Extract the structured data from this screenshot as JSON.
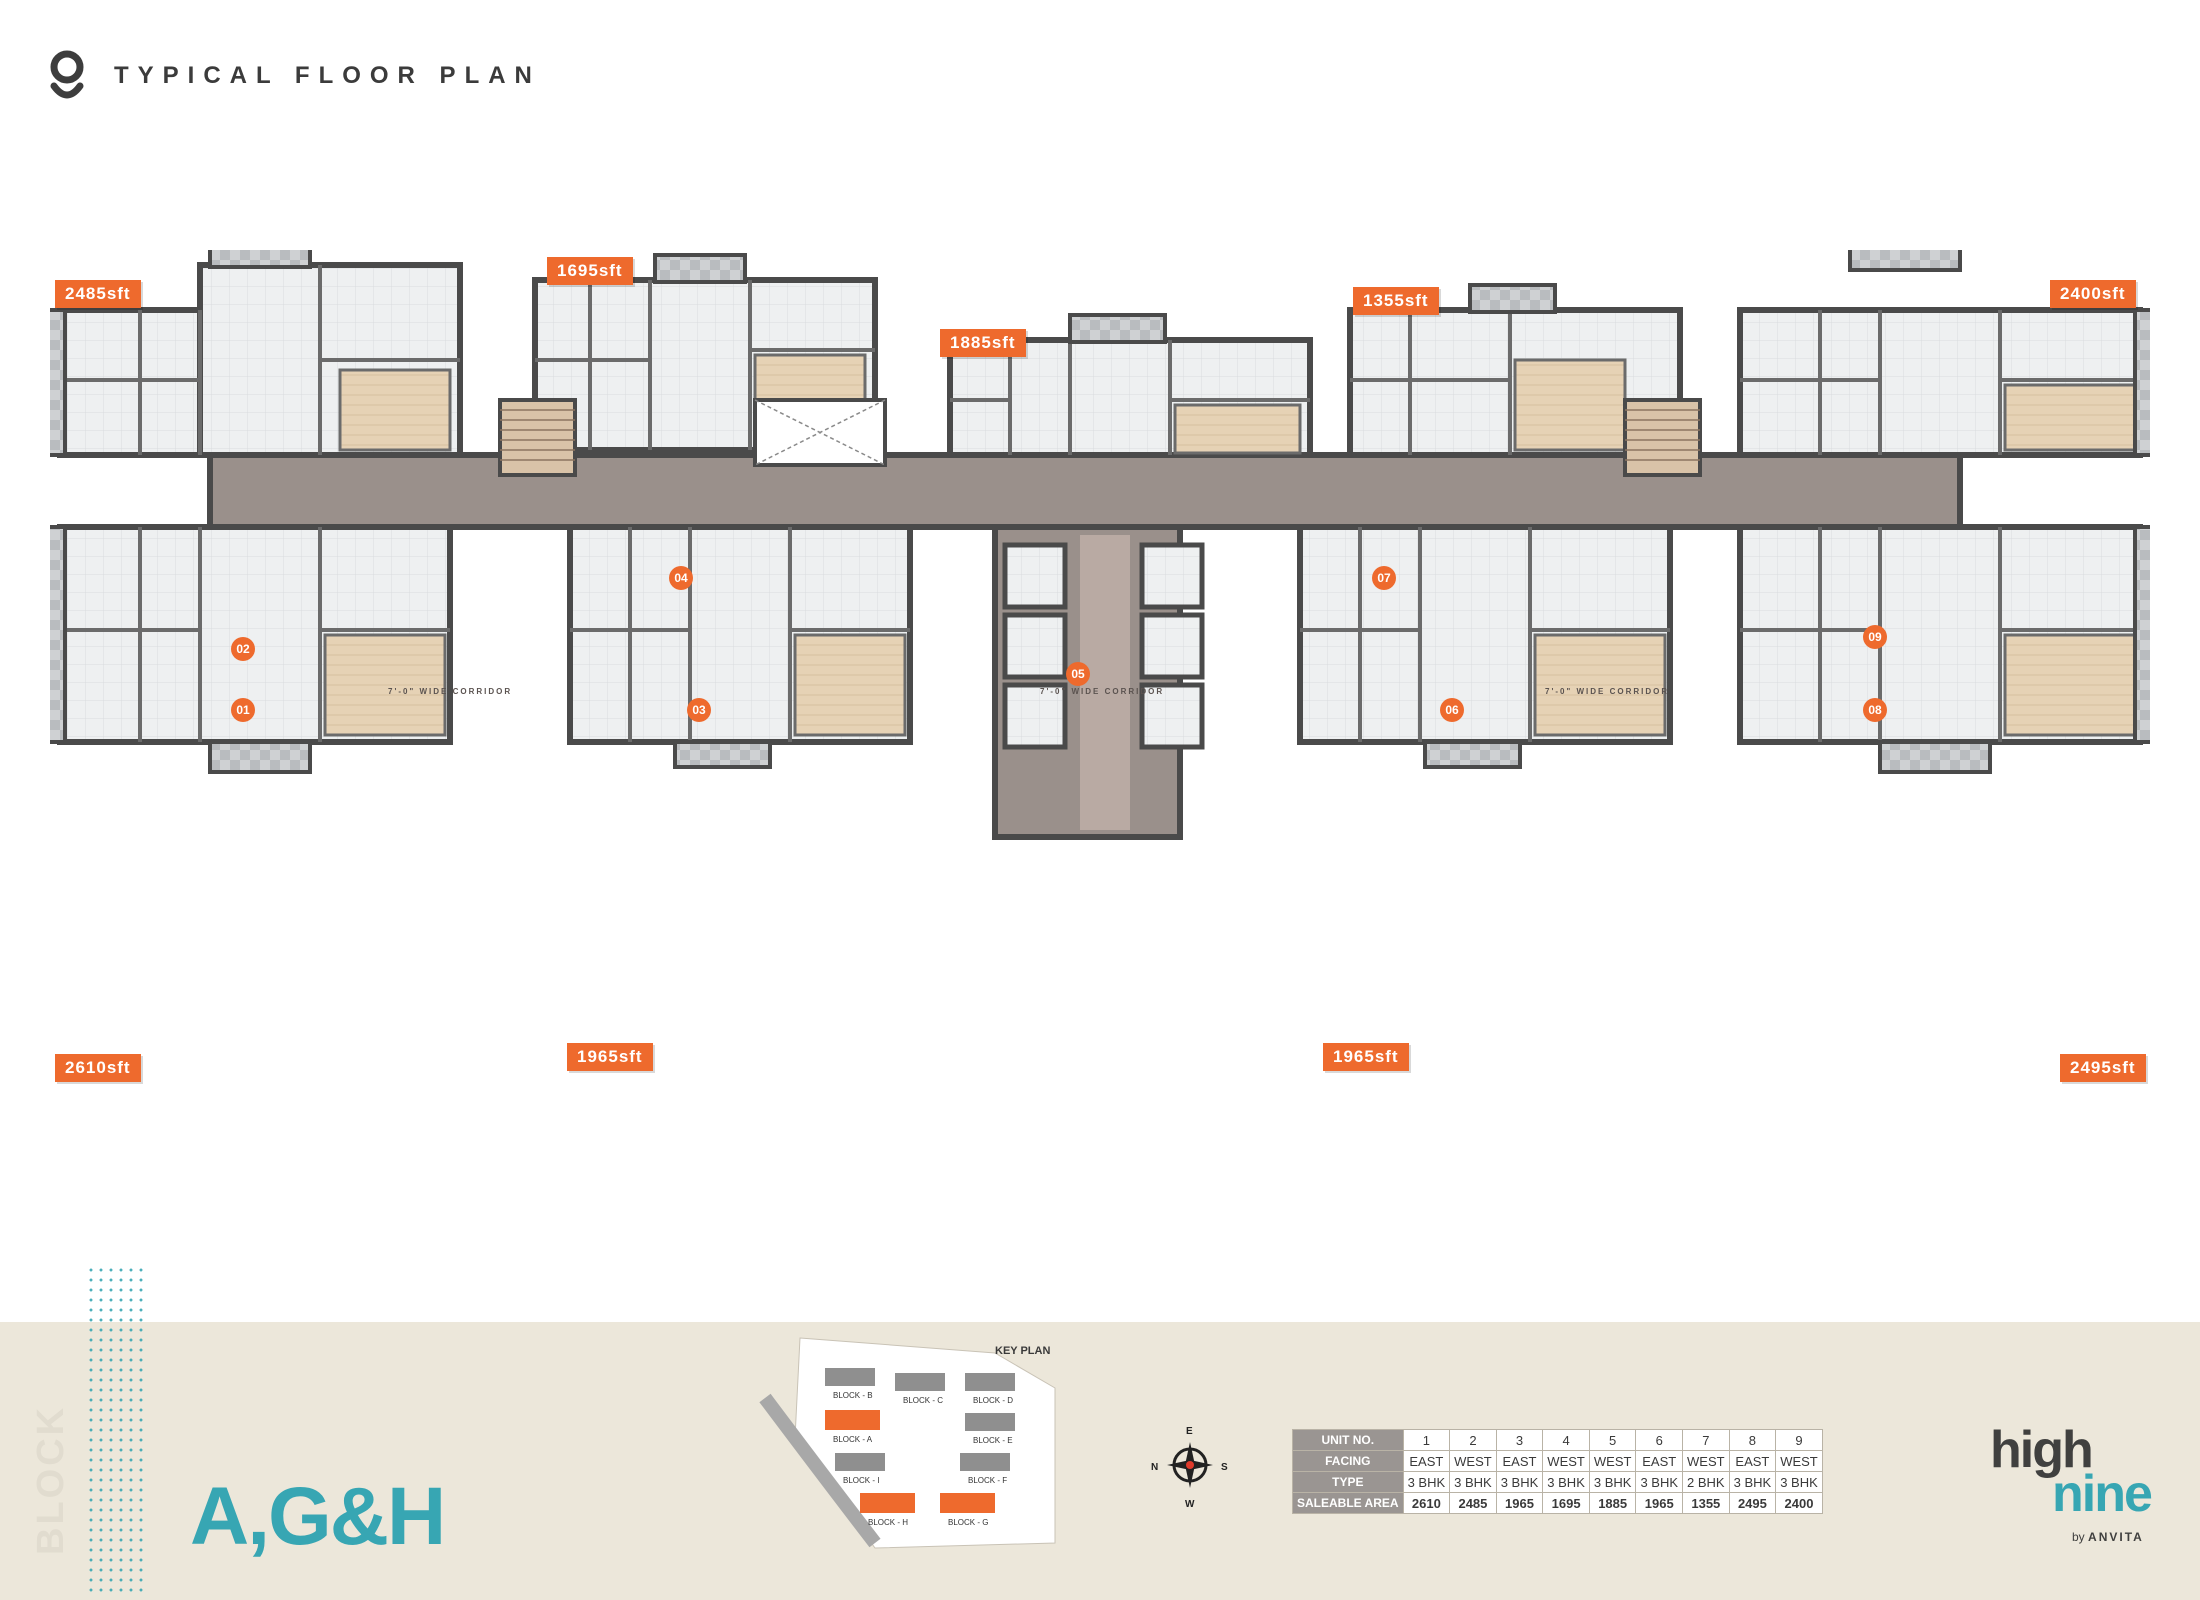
{
  "header": {
    "title": "TYPICAL FLOOR PLAN"
  },
  "plan": {
    "area_tags": [
      "2485sft",
      "1695sft",
      "1885sft",
      "1355sft",
      "2400sft",
      "2610sft",
      "1965sft",
      "1965sft",
      "2495sft"
    ],
    "unit_numbers": [
      "01",
      "02",
      "03",
      "04",
      "05",
      "06",
      "07",
      "08",
      "09"
    ],
    "corridor_labels": [
      "7'-0\" WIDE CORRIDOR",
      "7'-0\" WIDE CORRIDOR",
      "7'-0\" WIDE CORRIDOR"
    ]
  },
  "footer": {
    "block_word": "BLOCK",
    "block_name": "A,G&H",
    "key_plan": {
      "title": "KEY PLAN",
      "blocks": [
        "BLOCK - B",
        "BLOCK - C",
        "BLOCK - D",
        "BLOCK - A",
        "BLOCK - E",
        "BLOCK - I",
        "BLOCK - F",
        "BLOCK - H",
        "BLOCK - G"
      ]
    },
    "compass": {
      "n": "N",
      "e": "E",
      "s": "S",
      "w": "W"
    },
    "table": {
      "headers": [
        "UNIT NO.",
        "FACING",
        "TYPE",
        "SALEABLE AREA"
      ],
      "unit_no": [
        "1",
        "2",
        "3",
        "4",
        "5",
        "6",
        "7",
        "8",
        "9"
      ],
      "facing": [
        "EAST",
        "WEST",
        "EAST",
        "WEST",
        "WEST",
        "EAST",
        "WEST",
        "EAST",
        "WEST"
      ],
      "type": [
        "3 BHK",
        "3 BHK",
        "3 BHK",
        "3 BHK",
        "3 BHK",
        "3 BHK",
        "2 BHK",
        "3 BHK",
        "3 BHK"
      ],
      "area": [
        "2610",
        "2485",
        "1965",
        "1695",
        "1885",
        "1965",
        "1355",
        "2495",
        "2400"
      ]
    },
    "brand": {
      "high": "high",
      "nine": "nine",
      "by": "by",
      "company": "ANVITA"
    }
  }
}
